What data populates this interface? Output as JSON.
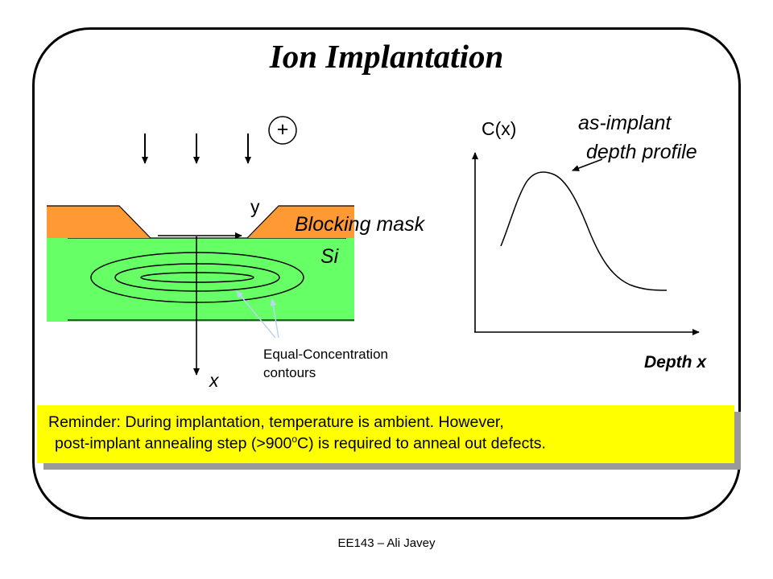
{
  "slide": {
    "title": "Ion Implantation",
    "footer": "EE143 – Ali Javey"
  },
  "diagram": {
    "ion_symbol": "+",
    "y_axis_label": "y",
    "x_axis_label": "x",
    "mask_label": "Blocking mask",
    "substrate_label": "Si",
    "contour_label_line1": "Equal-Concentration",
    "contour_label_line2": "contours",
    "colors": {
      "mask": "#ff9933",
      "substrate": "#66ff66",
      "contour_arrows": "#bcd4f5",
      "note_background": "#ffff00"
    }
  },
  "profile_plot": {
    "y_label": "C(x)",
    "x_label": "Depth x",
    "annotation_line1": "as-implant",
    "annotation_line2": "depth profile"
  },
  "note": {
    "line1": "Reminder: During implantation, temperature is ambient. However,",
    "line2_before": "post-implant annealing step (>900",
    "line2_sup": "o",
    "line2_after": "C) is required to anneal out defects."
  }
}
